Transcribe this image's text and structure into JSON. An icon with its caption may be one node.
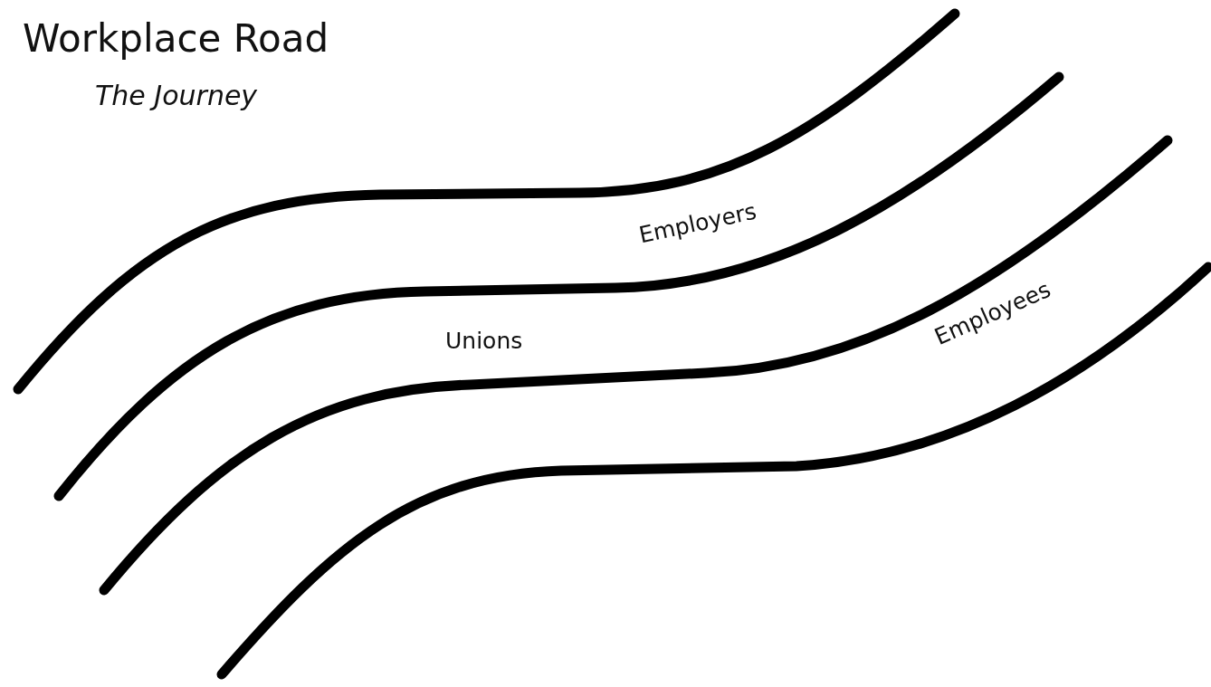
{
  "diagram": {
    "title": "Workplace Road",
    "labels": [
      "The Journey",
      "Employers",
      "Unions",
      "Employees"
    ]
  }
}
